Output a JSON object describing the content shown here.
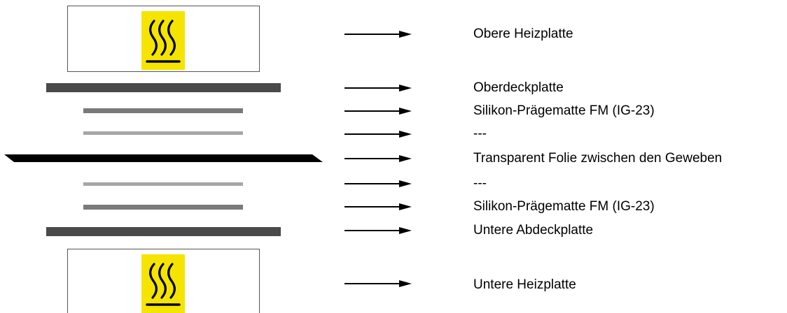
{
  "layers": [
    {
      "id": "upper-heating-plate",
      "label": "Obere Heizplatte",
      "kind": "heating-plate",
      "icon": "hot-surface-warning-icon"
    },
    {
      "id": "upper-cover-plate",
      "label": "Oberdeckplatte",
      "kind": "cover-plate"
    },
    {
      "id": "upper-silicone-mat",
      "label": "Silikon-Prägematte FM (IG-23)",
      "kind": "silicone-mat"
    },
    {
      "id": "upper-fabric",
      "label": "---",
      "kind": "fabric"
    },
    {
      "id": "transparent-film",
      "label": "Transparent Folie zwischen den Geweben",
      "kind": "film"
    },
    {
      "id": "lower-fabric",
      "label": "---",
      "kind": "fabric"
    },
    {
      "id": "lower-silicone-mat",
      "label": "Silikon-Prägematte FM (IG-23)",
      "kind": "silicone-mat"
    },
    {
      "id": "lower-cover-plate",
      "label": "Untere Abdeckplatte",
      "kind": "cover-plate"
    },
    {
      "id": "lower-heating-plate",
      "label": "Untere Heizplatte",
      "kind": "heating-plate",
      "icon": "hot-surface-warning-icon"
    }
  ],
  "colors": {
    "warning_yellow": "#f5e400",
    "cover_plate": "#4a4a4a",
    "silicone_mat": "#7a7a7a",
    "fabric": "#a6a6a6",
    "film": "#000000",
    "arrow": "#000000"
  }
}
